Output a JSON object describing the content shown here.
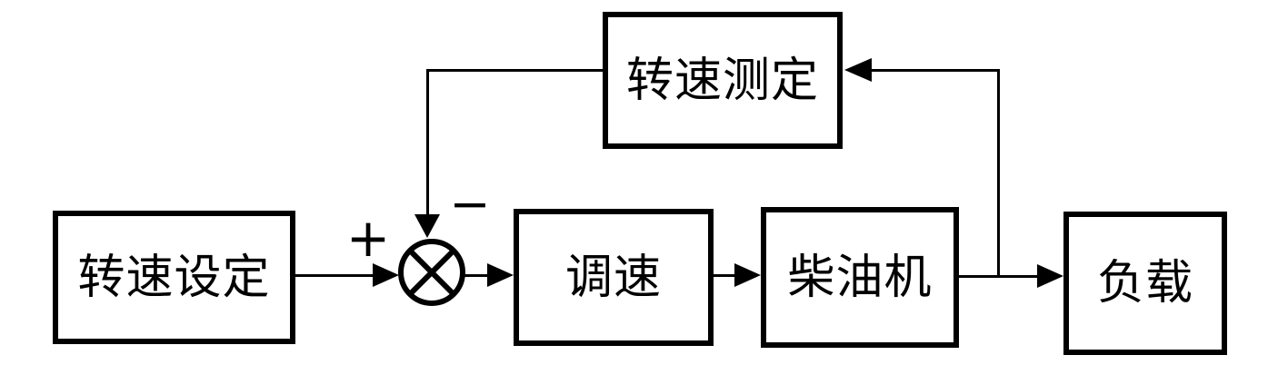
{
  "diagram": {
    "description": "Diesel engine speed closed-loop control block diagram",
    "colors": {
      "line": "#000000",
      "background": "#ffffff"
    },
    "blocks": [
      {
        "id": "speed-setting",
        "label": "转速设定"
      },
      {
        "id": "speed-measurement",
        "label": "转速测定"
      },
      {
        "id": "governor",
        "label": "调速"
      },
      {
        "id": "diesel-engine",
        "label": "柴油机"
      },
      {
        "id": "load",
        "label": "负载"
      }
    ],
    "summing_junction": {
      "symbol": "circle-with-x",
      "plus_label": "+",
      "minus_label": "−"
    },
    "connections": [
      {
        "from": "speed-setting",
        "to": "summing-junction",
        "sign": "+"
      },
      {
        "from": "summing-junction",
        "to": "governor"
      },
      {
        "from": "governor",
        "to": "diesel-engine"
      },
      {
        "from": "diesel-engine",
        "to": "load"
      },
      {
        "from": "diesel-engine-output",
        "to": "speed-measurement"
      },
      {
        "from": "speed-measurement",
        "to": "summing-junction",
        "sign": "−"
      }
    ]
  }
}
